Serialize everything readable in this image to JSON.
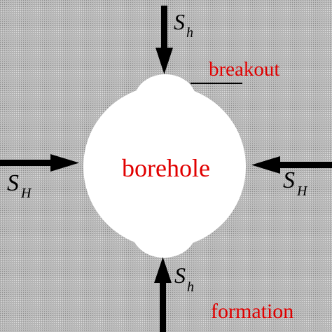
{
  "labels": {
    "breakout": "breakout",
    "borehole": "borehole",
    "formation": "formation",
    "sh_main": "S",
    "sh_sub": "h",
    "sH_main": "S",
    "sH_sub": "H"
  },
  "colors": {
    "background": "#b4b4b4",
    "borehole_fill": "#ffffff",
    "arrow": "#000000",
    "label_red": "#e10000",
    "label_black": "#000000"
  }
}
